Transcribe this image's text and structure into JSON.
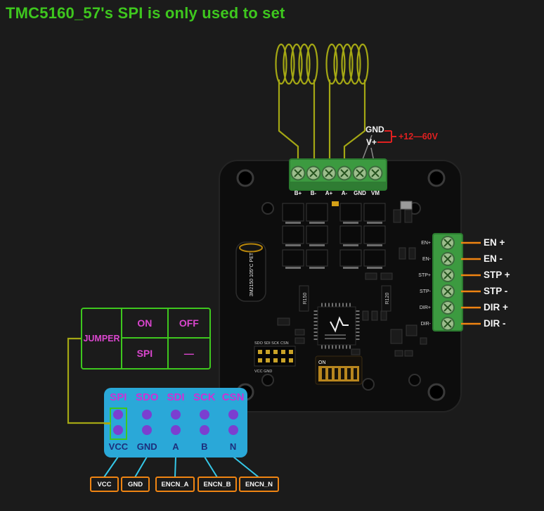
{
  "title": "TMC5160_57's SPI is only used to set",
  "power": {
    "gnd_label": "GND",
    "vplus_label": "V+",
    "voltage_range": "+12—60V"
  },
  "motor_terminals": {
    "labels": [
      "B+",
      "B-",
      "A+",
      "A-",
      "GND",
      "VM"
    ]
  },
  "control_pins": {
    "labels": [
      "EN +",
      "EN -",
      "STP +",
      "STP -",
      "DIR +",
      "DIR -"
    ]
  },
  "jumper_table": {
    "header": "JUMPER",
    "on_label": "ON",
    "off_label": "OFF",
    "spi_label": "SPI",
    "dash_label": "—"
  },
  "spi_header_table": {
    "top_labels": [
      "SPI",
      "SDO",
      "SDI",
      "SCK",
      "CSN"
    ],
    "bottom_labels": [
      "VCC",
      "GND",
      "A",
      "B",
      "N"
    ]
  },
  "encoder_outputs": {
    "labels": [
      "VCC",
      "GND",
      "ENCN_A",
      "ENCN_B",
      "ENCN_N"
    ]
  },
  "board_silkscreen": {
    "dip_on": "ON",
    "r150": "R150",
    "r120": "R120",
    "cap_text": "3M2150 105°C PET",
    "header_top_row": "SDO SDI SCK CSN",
    "header_bottom_row": "VCC GND",
    "right_labels": [
      "EN+",
      "EN-",
      "STP+",
      "STP-",
      "DIR+",
      "DIR-"
    ]
  },
  "colors": {
    "accent_green": "#3ec71e",
    "magenta": "#d944cc",
    "cyan_bg": "#2aa8d8",
    "orange": "#ef8412",
    "wire_yellow": "#a4a714",
    "power_red": "#e02020",
    "pin_purple": "#7b3fd0",
    "navy": "#1d2f7c"
  }
}
